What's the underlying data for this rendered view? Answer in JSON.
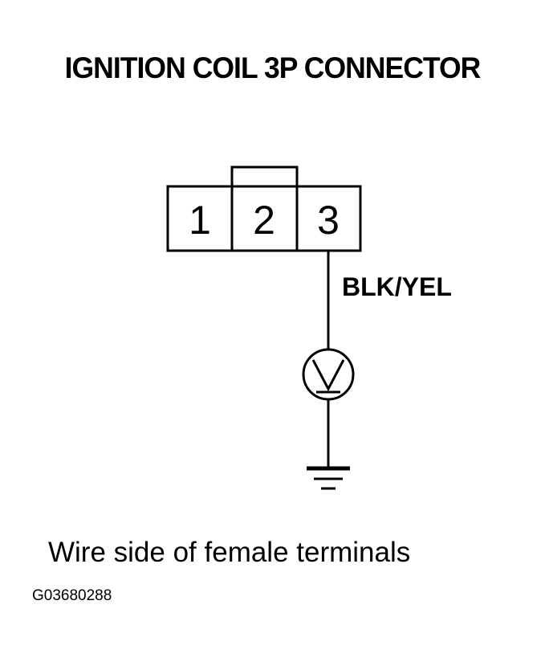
{
  "title": "IGNITION COIL 3P CONNECTOR",
  "connector": {
    "terminals": [
      "1",
      "2",
      "3"
    ]
  },
  "wire_label": "BLK/YEL",
  "meter_symbol": "V",
  "caption": "Wire side of female terminals",
  "figure_id": "G03680288",
  "icons": [
    "voltmeter-icon",
    "ground-icon"
  ]
}
